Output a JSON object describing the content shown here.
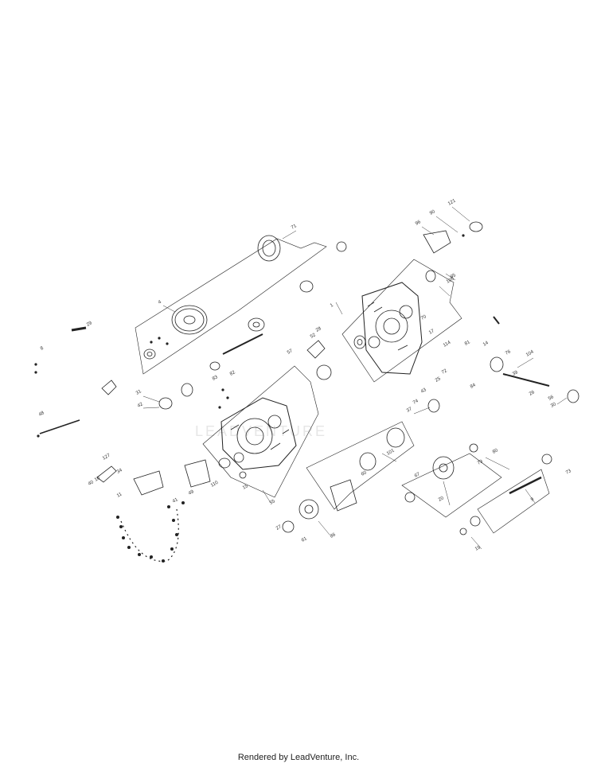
{
  "watermark": "LEADVENTURE",
  "footer": "Rendered by LeadVenture, Inc.",
  "callouts": [
    "121",
    "90",
    "96",
    "71",
    "4",
    "105",
    "95",
    "1",
    "31",
    "42",
    "48",
    "104",
    "30",
    "29",
    "37",
    "34",
    "10",
    "40",
    "127",
    "41",
    "49",
    "110",
    "15",
    "20",
    "101",
    "86",
    "27",
    "61",
    "19",
    "9",
    "73",
    "79",
    "80",
    "67",
    "60",
    "55",
    "11",
    "83",
    "82",
    "57",
    "28",
    "52",
    "70",
    "17",
    "114",
    "81",
    "14",
    "39",
    "26",
    "56",
    "76",
    "84",
    "74",
    "43",
    "25",
    "72",
    "8"
  ]
}
